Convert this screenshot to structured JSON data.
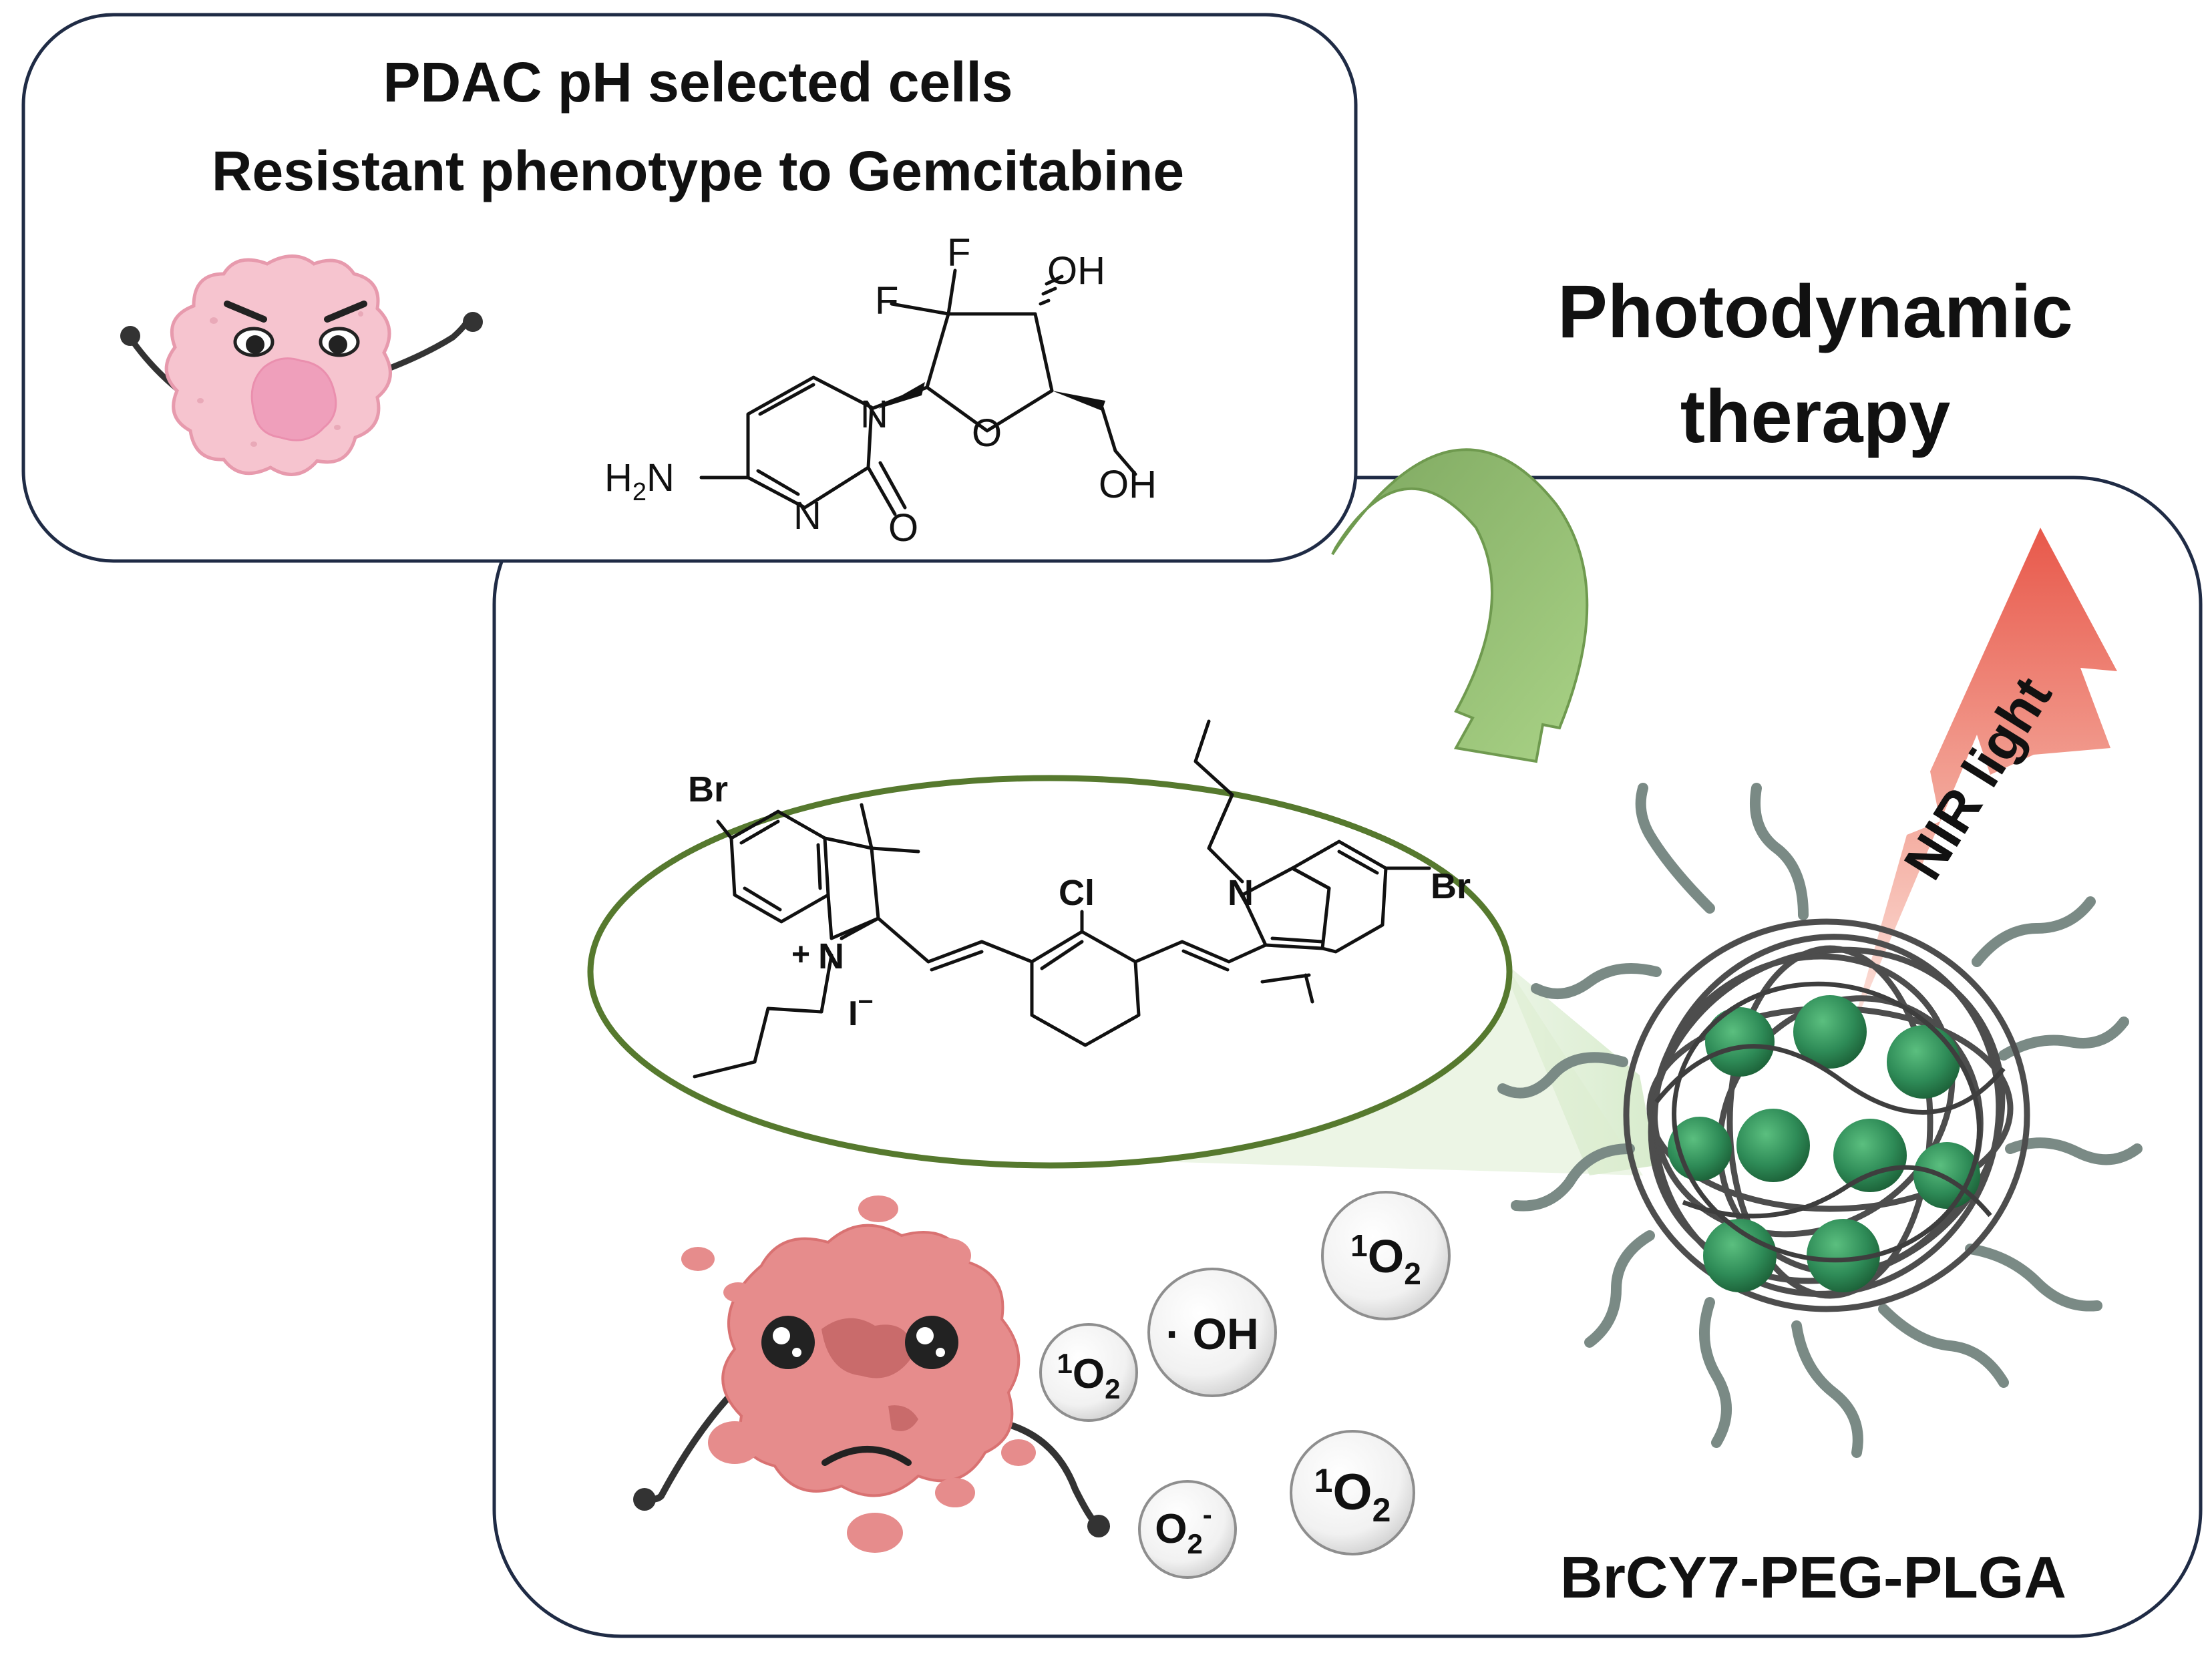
{
  "panel_top": {
    "title_line1": "PDAC pH selected cells",
    "title_line2": "Resistant phenotype to Gemcitabine"
  },
  "gemcitabine_labels": {
    "F1": "F",
    "F2": "F",
    "OH_top": "OH",
    "OH_side": "OH",
    "N_ring": "N",
    "N_lower": "N",
    "O_ring": "O",
    "O_carbonyl": "O",
    "H2N_H": "H",
    "H2N_sub": "2",
    "H2N_N": "N"
  },
  "therapy_label": {
    "line1": "Photodynamic",
    "line2": "therapy"
  },
  "brcy7_labels": {
    "Br_left": "Br",
    "Br_right": "Br",
    "Cl": "Cl",
    "N_right": "N",
    "N_plus": "N",
    "plus": "+",
    "iodide": "I",
    "iodide_charge": "−"
  },
  "light": {
    "label": "NIR light"
  },
  "ros": [
    {
      "type": "singlet-oxygen",
      "sup": "1",
      "main": "O",
      "sub": "2"
    },
    {
      "type": "hydroxyl",
      "main": "· OH"
    },
    {
      "type": "singlet-oxygen",
      "sup": "1",
      "main": "O",
      "sub": "2"
    },
    {
      "type": "singlet-oxygen",
      "sup": "1",
      "main": "O",
      "sub": "2"
    },
    {
      "type": "superoxide",
      "main": "O",
      "sub": "2",
      "sup": "-"
    }
  ],
  "nanoparticle": {
    "label": "BrCY7-PEG-PLGA"
  },
  "colors": {
    "panel_border": "#1f2b45",
    "arrow_green": "#8fc36a",
    "ellipse_green": "#56792e",
    "nir_red": "#e8584a",
    "particle_green": "#2e8b57",
    "cell_pink": "#f6c4cf",
    "dead_cell_red": "#e68c8c"
  }
}
